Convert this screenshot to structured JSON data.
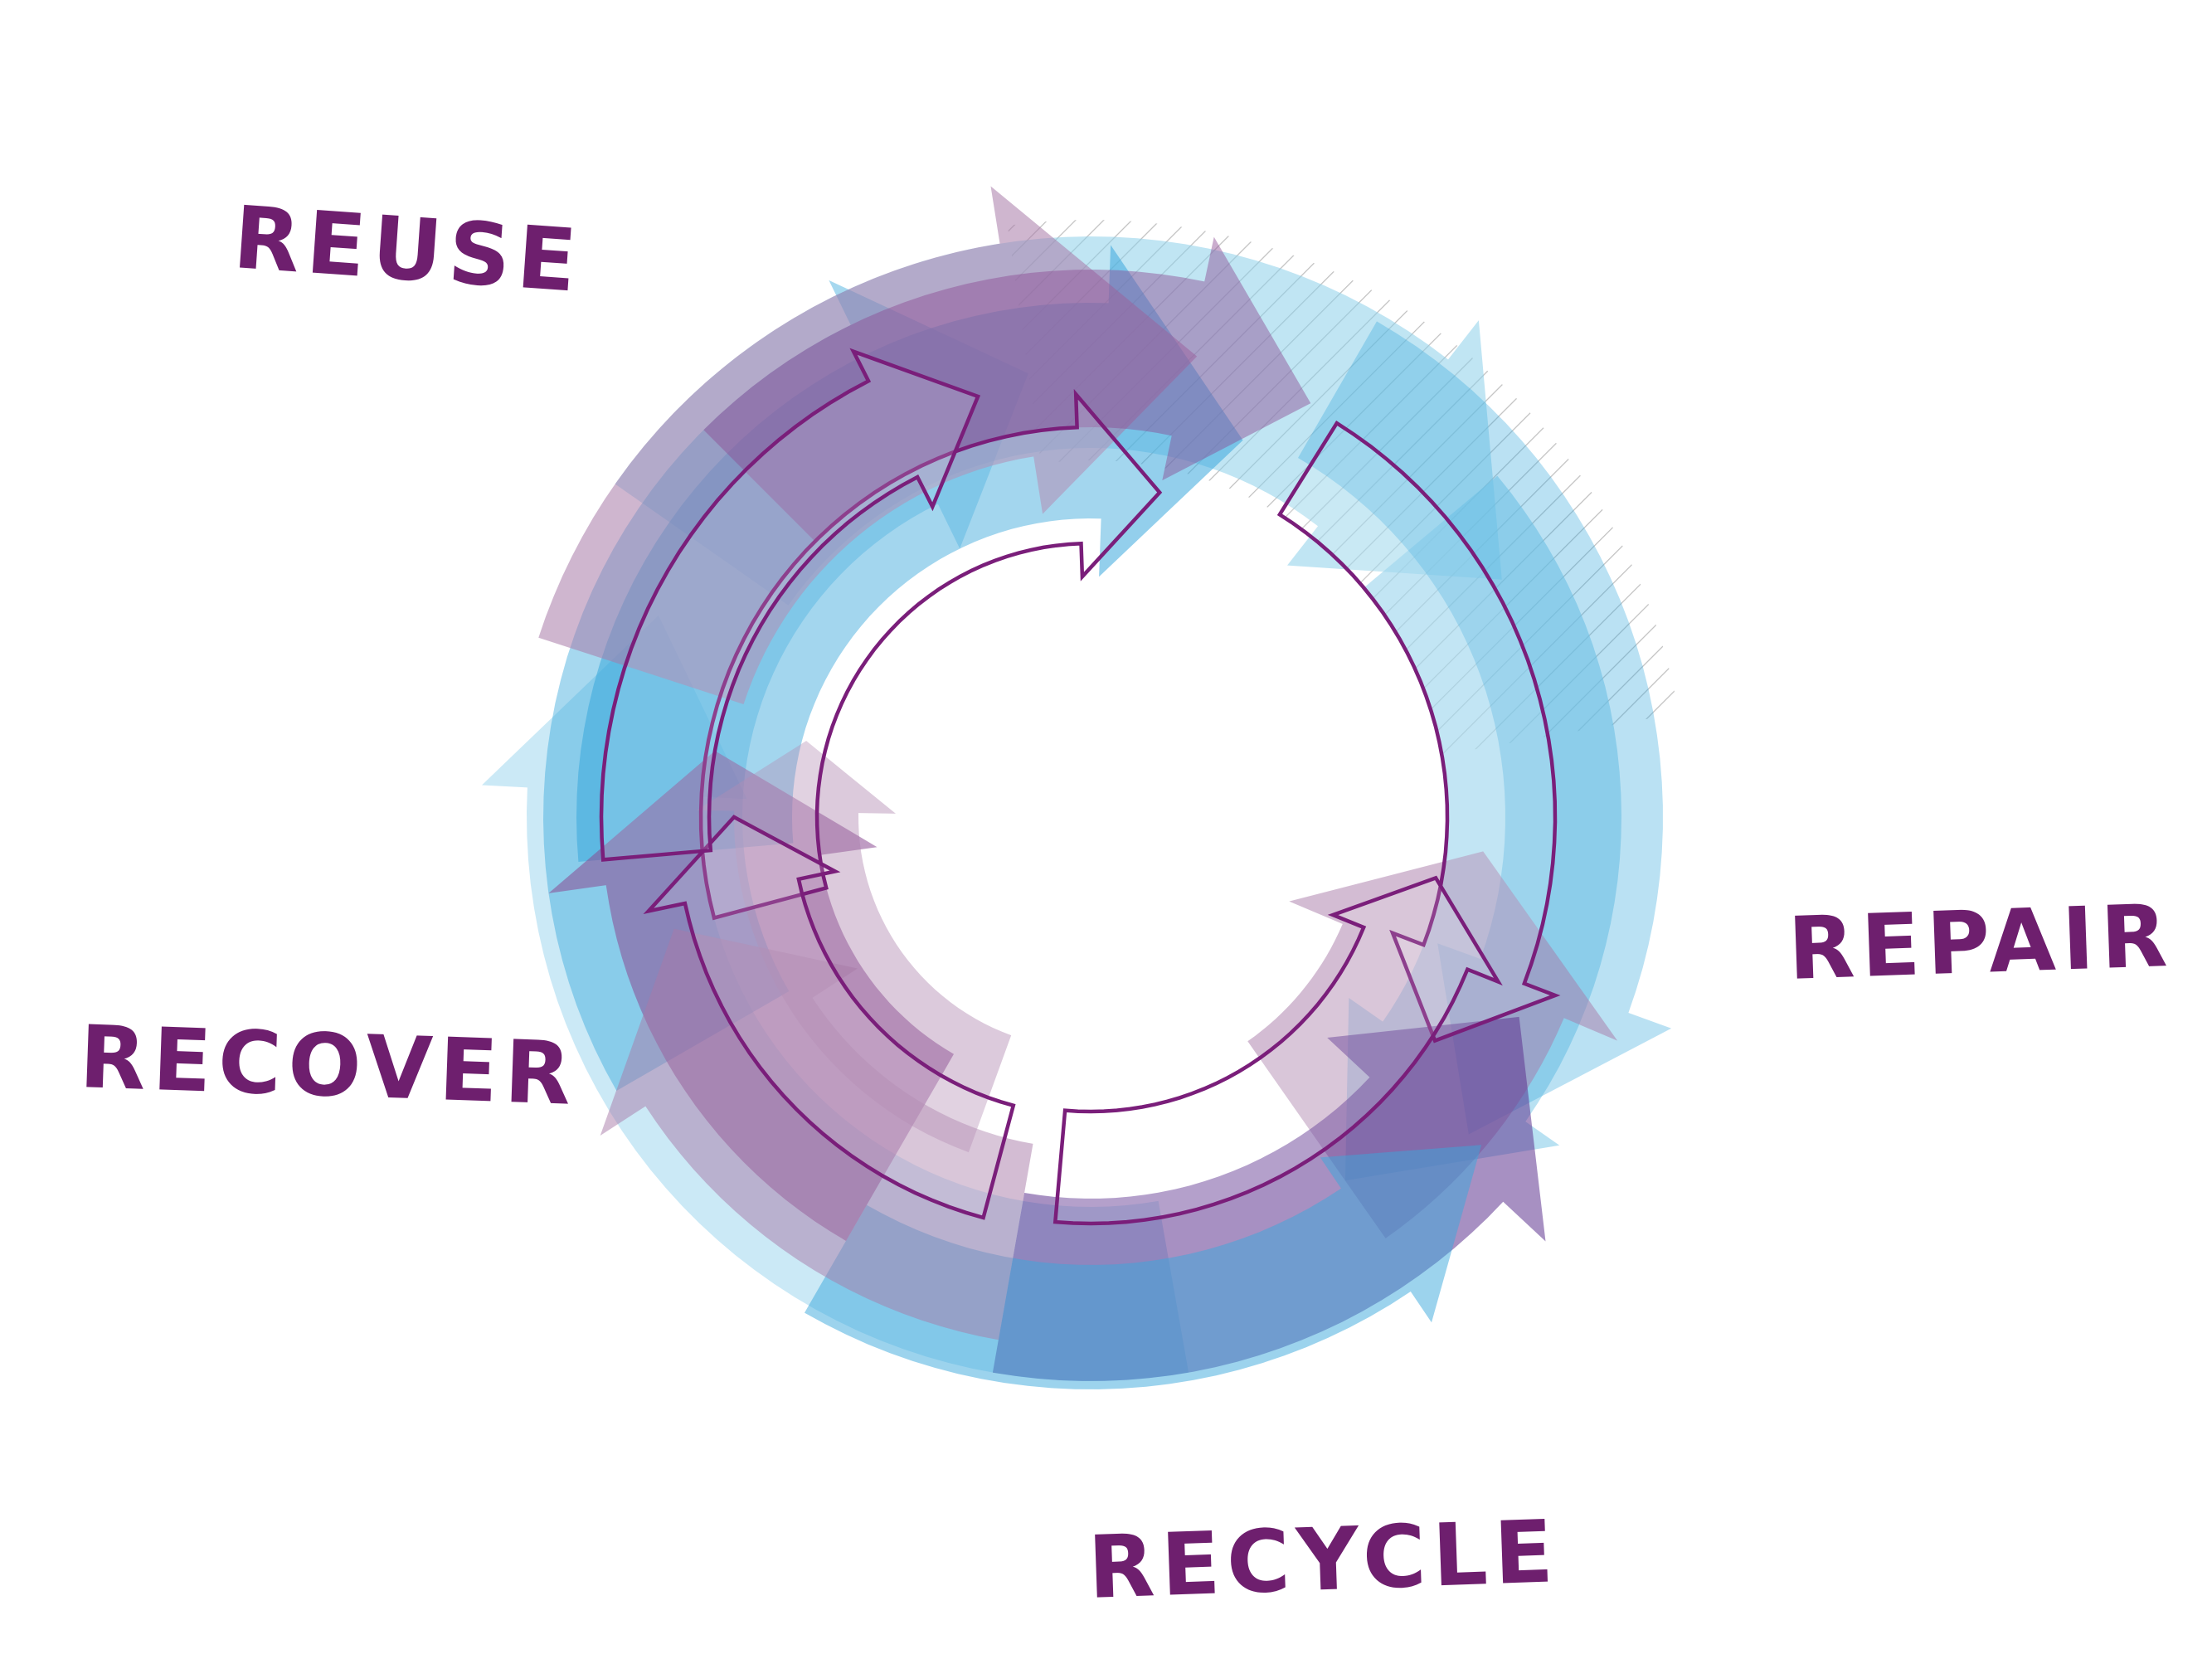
{
  "diagram": {
    "type": "circular-cycle",
    "colors": {
      "text": "#6e1f6e",
      "outline": "#7a1e7a",
      "purple": "#8b4a92",
      "deep_purple": "#5e3590",
      "blue": "#3aa8dc",
      "light_blue": "#8ccfea",
      "mauve": "#a77aa8",
      "hatch": "#8e8e8e"
    },
    "labels": {
      "reuse": "REUSE",
      "repair": "REPAIR",
      "recycle": "RECYCLE",
      "recover": "RECOVER"
    }
  }
}
